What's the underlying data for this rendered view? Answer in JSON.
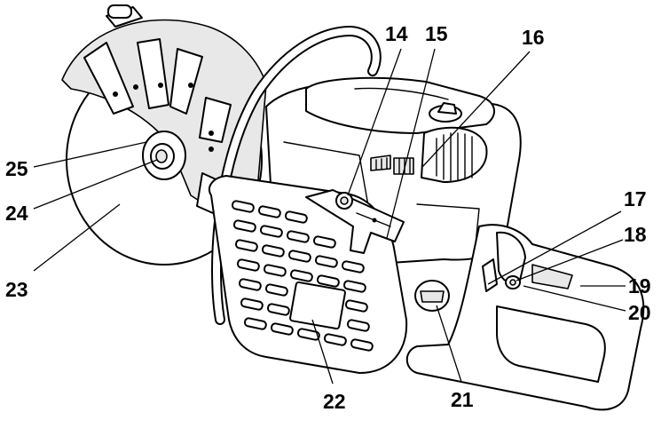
{
  "diagram": {
    "callouts": [
      {
        "id": "c14",
        "label": "14"
      },
      {
        "id": "c15",
        "label": "15"
      },
      {
        "id": "c16",
        "label": "16"
      },
      {
        "id": "c17",
        "label": "17"
      },
      {
        "id": "c18",
        "label": "18"
      },
      {
        "id": "c19",
        "label": "19"
      },
      {
        "id": "c20",
        "label": "20"
      },
      {
        "id": "c21",
        "label": "21"
      },
      {
        "id": "c22",
        "label": "22"
      },
      {
        "id": "c23",
        "label": "23"
      },
      {
        "id": "c24",
        "label": "24"
      },
      {
        "id": "c25",
        "label": "25"
      }
    ]
  }
}
